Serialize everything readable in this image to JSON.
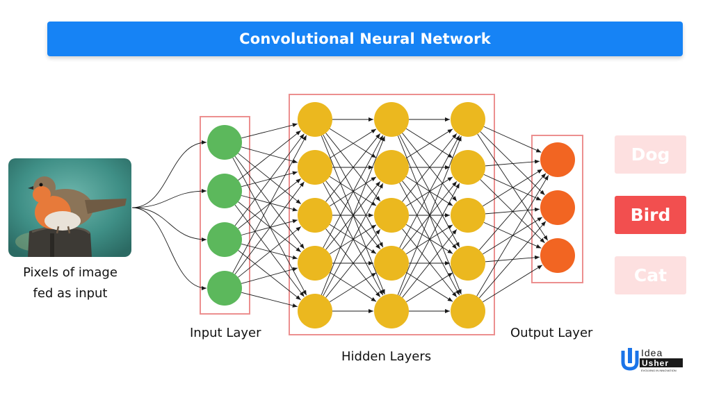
{
  "title": "Convolutional Neural Network",
  "input_caption": [
    "Pixels of image",
    "fed as input"
  ],
  "layer_labels": {
    "input": "Input Layer",
    "hidden": "Hidden Layers",
    "output": "Output Layer"
  },
  "classes": [
    {
      "label": "Dog",
      "selected": false
    },
    {
      "label": "Bird",
      "selected": true
    },
    {
      "label": "Cat",
      "selected": false
    }
  ],
  "network": {
    "input_nodes": 4,
    "hidden_layers": [
      5,
      5,
      5
    ],
    "output_nodes": 3
  },
  "logo": {
    "line1": "Idea",
    "line2": "Usher",
    "tagline": "EVOLVING IN INNOVATION"
  },
  "colors": {
    "banner": "#1683f5",
    "input_node": "#5cb85c",
    "hidden_node": "#ebb81f",
    "output_node": "#f26522",
    "frame": "#ec8f8f",
    "class_active": "#f24f4f",
    "class_dim": "#fde0e0"
  }
}
